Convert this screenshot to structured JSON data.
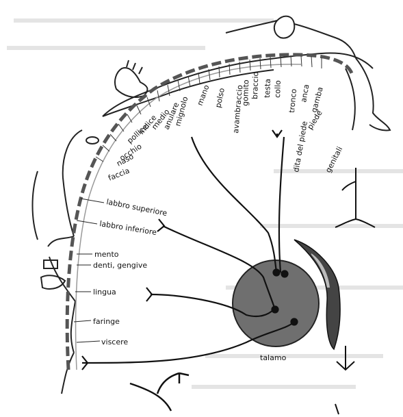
{
  "diagram": {
    "title": "",
    "body_labels": [
      {
        "id": "testa",
        "text": "testa"
      },
      {
        "id": "collo",
        "text": "collo"
      },
      {
        "id": "tronco",
        "text": "tronco"
      },
      {
        "id": "anca",
        "text": "anca"
      },
      {
        "id": "gamba",
        "text": "gamba"
      },
      {
        "id": "piede",
        "text": "piede"
      },
      {
        "id": "dita-del-piede",
        "text": "dita del piede"
      },
      {
        "id": "genitali",
        "text": "genitali"
      },
      {
        "id": "braccio",
        "text": "braccio"
      },
      {
        "id": "gomito",
        "text": "gomito"
      },
      {
        "id": "avambraccio",
        "text": "avambraccio"
      },
      {
        "id": "polso",
        "text": "polso"
      },
      {
        "id": "mano",
        "text": "mano"
      },
      {
        "id": "mignolo",
        "text": "mignolo"
      },
      {
        "id": "anulare",
        "text": "anulare"
      },
      {
        "id": "medio",
        "text": "medio"
      },
      {
        "id": "indice",
        "text": "indice"
      },
      {
        "id": "pollice",
        "text": "pollice"
      },
      {
        "id": "occhio",
        "text": "occhio"
      },
      {
        "id": "naso",
        "text": "naso"
      },
      {
        "id": "faccia",
        "text": "faccia"
      },
      {
        "id": "labbro-superiore",
        "text": "labbro superiore"
      },
      {
        "id": "labbro-inferiore",
        "text": "labbro inferiore"
      },
      {
        "id": "mento",
        "text": "mento"
      },
      {
        "id": "denti-gengive",
        "text": "denti, gengive"
      },
      {
        "id": "lingua",
        "text": "lingua"
      },
      {
        "id": "faringe",
        "text": "faringe"
      },
      {
        "id": "viscere",
        "text": "viscere"
      }
    ],
    "structure_label": "talamo",
    "thalamus_color": "#6f6f6f"
  }
}
